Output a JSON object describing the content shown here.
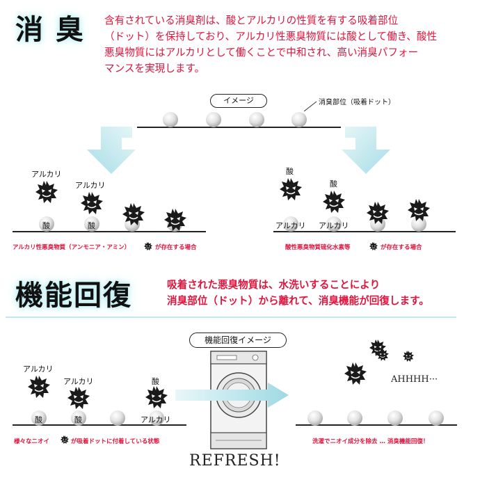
{
  "section1": {
    "heading": "消 臭",
    "paragraph": [
      "含有されている消臭剤は、酸とアルカリの性質を有する吸着部位",
      "（ドット）を保持しており、アルカリ性悪臭物質には酸として働き、酸性",
      "悪臭物質にはアルカリとして働くことで中和され、高い消臭パフォー",
      "マンスを実現します。"
    ],
    "image_pill": "イメージ",
    "dot_label": "消臭部位（吸着ドット）",
    "left_panel": {
      "labels": [
        "アルカリ",
        "アルカリ"
      ],
      "dot_labels": [
        "酸",
        "酸"
      ],
      "caption_before": "アルカリ性悪臭物質（アンモニア・アミン）",
      "caption_after": "が存在する場合"
    },
    "right_panel": {
      "labels": [
        "酸",
        "酸"
      ],
      "dot_labels": [
        "アルカリ",
        "アルカリ"
      ],
      "caption_before": "酸性悪臭物質硫化水素等",
      "caption_after": "が存在する場合"
    }
  },
  "section2": {
    "heading": "機能回復",
    "paragraph": [
      "吸着された悪臭物質は、水洗いすることにより",
      "消臭部位（ドット）から離れて、消臭機能が回復します。"
    ],
    "image_pill": "機能回復イメージ",
    "left_panel": {
      "labels": [
        "アルカリ",
        "アルカリ",
        "酸"
      ],
      "dot_labels": [
        "酸",
        "酸",
        "アルカリ"
      ],
      "caption_before": "様々なニオイ",
      "caption_after": "が吸着ドットに付着している状態"
    },
    "refresh_text": "REFRESH!",
    "ahhhh_text": "AHHHH···",
    "right_caption": "洗濯でニオイ成分を除去 … 消臭機能回復！"
  },
  "colors": {
    "accent_red": "#e0143c",
    "arrow_blue": "#bfe7ee",
    "germ_dark": "#1a1a1a",
    "heading_glow": "#b9ecf0"
  }
}
